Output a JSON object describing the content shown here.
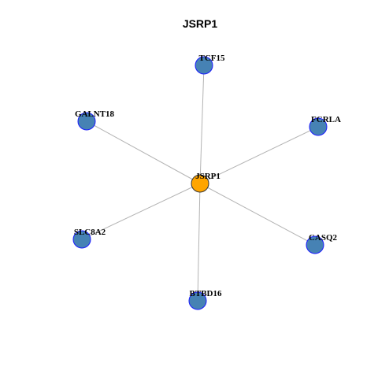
{
  "title": "JSRP1",
  "colors": {
    "background": "#ffffff",
    "edge": "#b3b3b3",
    "center_fill": "#ffa500",
    "center_stroke": "#333333",
    "leaf_fill": "#4682b4",
    "leaf_stroke": "#1a1aff"
  },
  "center": {
    "label": "JSRP1"
  },
  "neighbors": [
    {
      "label": "TCF15"
    },
    {
      "label": "FCRLA"
    },
    {
      "label": "CASQ2"
    },
    {
      "label": "BTBD16"
    },
    {
      "label": "SLC8A2"
    },
    {
      "label": "GALNT18"
    }
  ]
}
